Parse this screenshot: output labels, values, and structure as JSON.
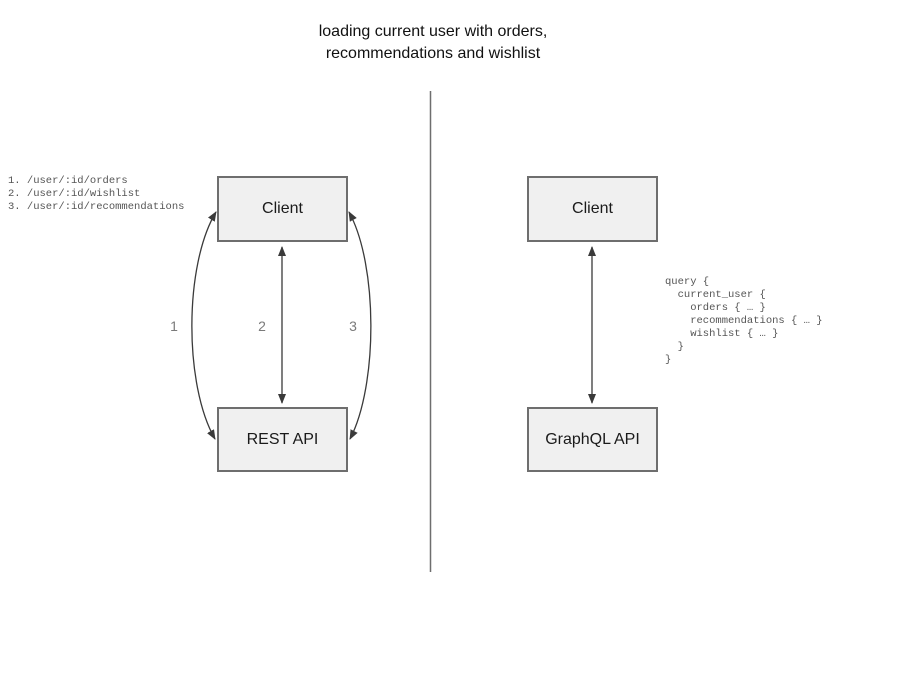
{
  "title": "loading current user with orders,\nrecommendations and wishlist",
  "colors": {
    "box_fill": "#f0f0f0",
    "box_border": "#6e6e6e",
    "arrow": "#3a3a3a",
    "divider": "#6e6e6e",
    "code_text": "#555555",
    "arrow_label_text": "#7a7a7a",
    "title_text": "#111111"
  },
  "rest_diagram": {
    "endpoints": "1. /user/:id/orders\n2. /user/:id/wishlist\n3. /user/:id/recommendations",
    "client_label": "Client",
    "api_label": "REST API",
    "arrow_labels": [
      "1",
      "2",
      "3"
    ]
  },
  "graphql_diagram": {
    "client_label": "Client",
    "api_label": "GraphQL API",
    "query": "query {\n  current_user {\n    orders { … }\n    recommendations { … }\n    wishlist { … }\n  }\n}"
  }
}
